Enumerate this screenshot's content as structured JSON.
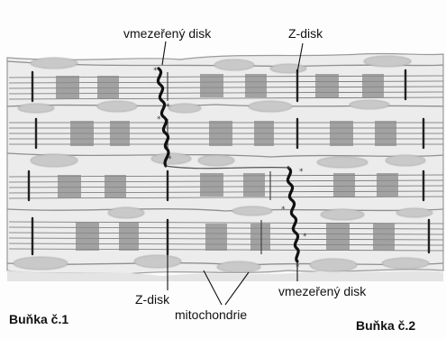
{
  "labels": {
    "intercalated_disc_top": "vmezeřený disk",
    "z_disc_top": "Z-disk",
    "z_disc_bottom": "Z-disk",
    "mitochondria": "mitochondrie",
    "intercalated_disc_bottom": "vmezeřený disk",
    "cell_1": "Buňka č.1",
    "cell_2": "Buňka č.2"
  },
  "colors": {
    "background": "#fdfdfd",
    "membrane": "#9a9a9a",
    "myofibril_line": "#6e6e6e",
    "band": "#8a8a8a",
    "mitochondrion": "#c4c4c4",
    "ink": "#111111"
  }
}
